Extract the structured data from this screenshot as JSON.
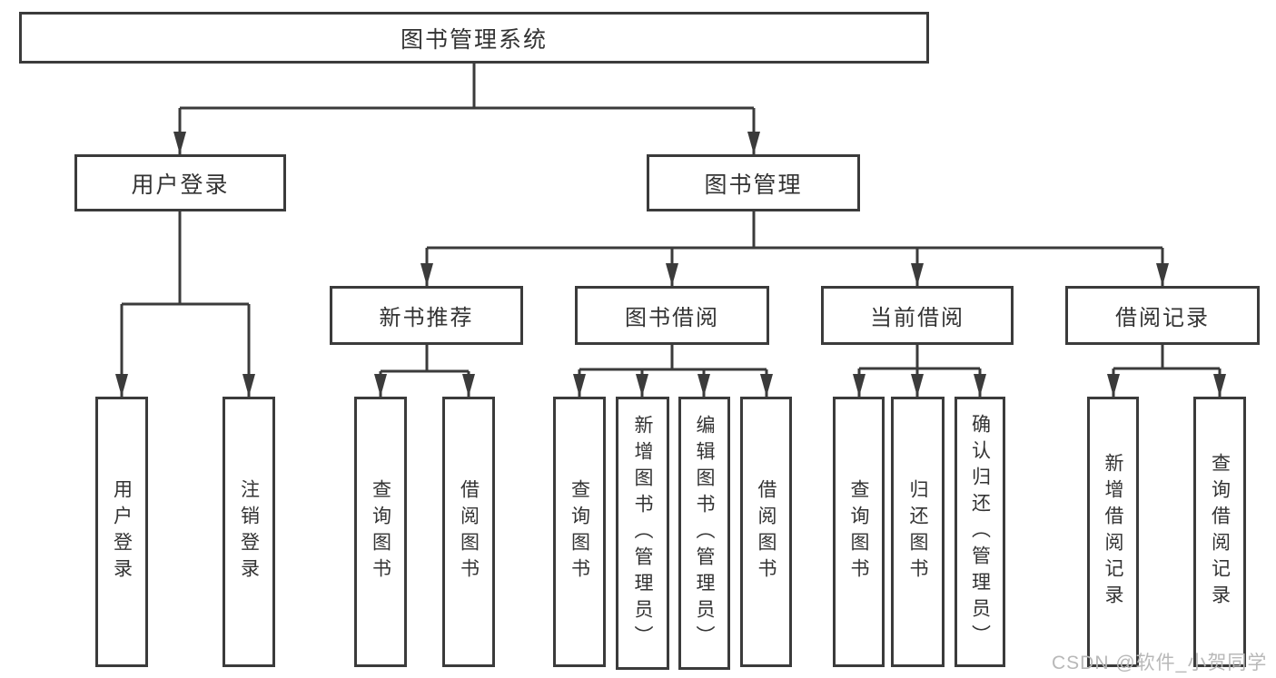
{
  "colors": {
    "line": "#3b3b3b",
    "text": "#333333",
    "background": "#ffffff",
    "watermark": "#b8b8b8"
  },
  "watermark": {
    "text": "CSDN @软件_小贺同学"
  },
  "tree": {
    "root": {
      "label": "图书管理系统"
    },
    "branches": [
      {
        "label": "用户登录",
        "children": [
          {
            "label": "用户登录"
          },
          {
            "label": "注销登录"
          }
        ]
      },
      {
        "label": "图书管理",
        "children": [
          {
            "label": "新书推荐",
            "children": [
              {
                "label": "查询图书"
              },
              {
                "label": "借阅图书"
              }
            ]
          },
          {
            "label": "图书借阅",
            "children": [
              {
                "label": "查询图书"
              },
              {
                "label": "新增图书（管理员）"
              },
              {
                "label": "编辑图书（管理员）"
              },
              {
                "label": "借阅图书"
              }
            ]
          },
          {
            "label": "当前借阅",
            "children": [
              {
                "label": "查询图书"
              },
              {
                "label": "归还图书"
              },
              {
                "label": "确认归还（管理员）"
              }
            ]
          },
          {
            "label": "借阅记录",
            "children": [
              {
                "label": "新增借阅记录"
              },
              {
                "label": "查询借阅记录"
              }
            ]
          }
        ]
      }
    ]
  }
}
